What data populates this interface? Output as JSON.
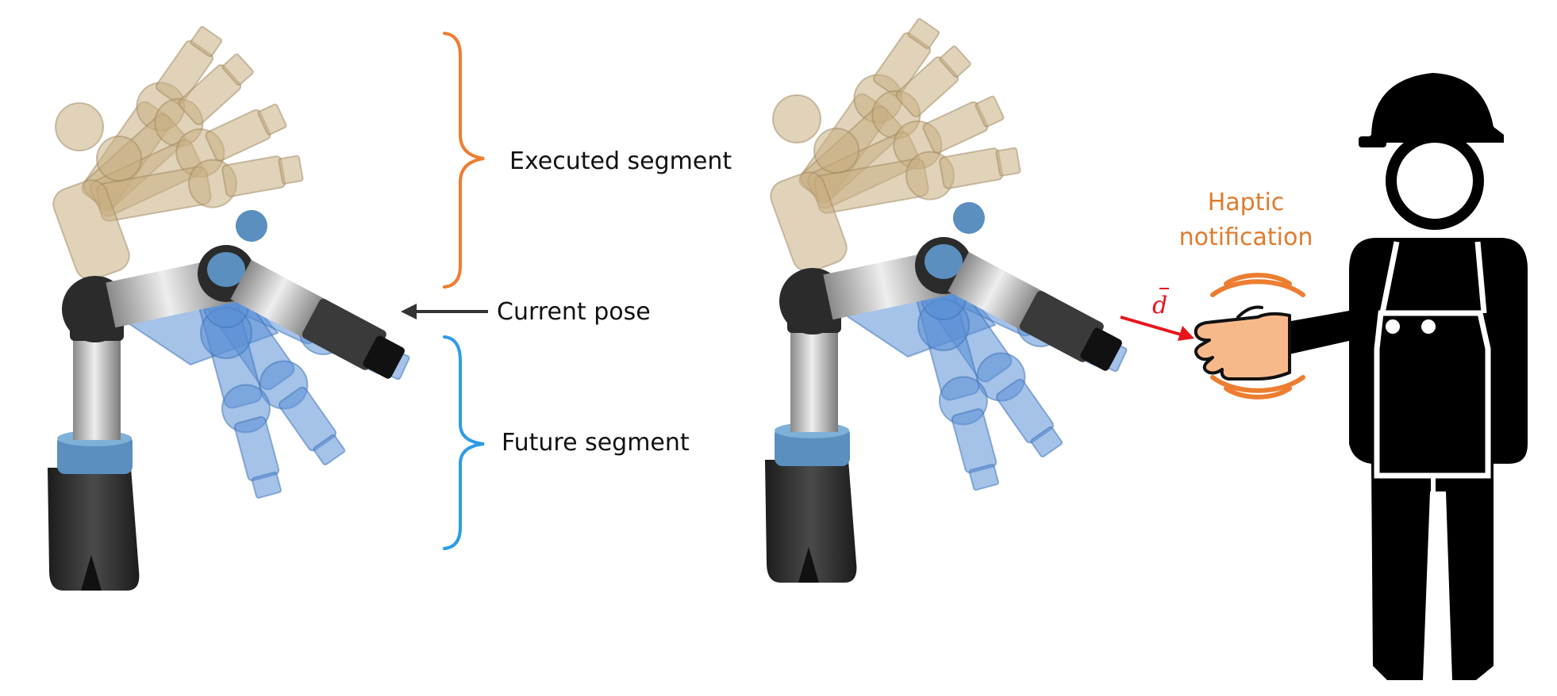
{
  "labels": {
    "executed": "Executed segment",
    "current": "Current pose",
    "future": "Future segment",
    "haptic_line1": "Haptic",
    "haptic_line2": "notification",
    "distance": "d"
  },
  "colors": {
    "executed_brace": "#ED7D31",
    "future_brace": "#2E9BE6",
    "past_arm": "#C8AE82",
    "future_arm": "#5B8FD6",
    "current_arm_dark": "#2B2B2B",
    "current_arm_silver": "#BDBDBD",
    "joint_cap": "#5A8FC0",
    "distance_arrow": "#E8141C",
    "haptic_text": "#E07B2E",
    "hand": "#F8B98A",
    "worker": "#000000"
  },
  "icons": [
    "robot-arm-left",
    "robot-arm-right",
    "worker-icon",
    "hand-icon",
    "haptic-wave-icon",
    "arrow-icon",
    "brace-icon"
  ]
}
